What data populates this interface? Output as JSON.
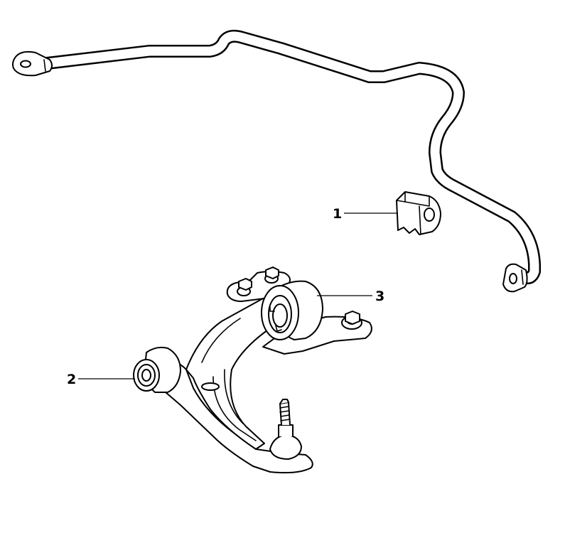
{
  "callouts": [
    {
      "number": "1",
      "part": "stabilizer-bar-bushing"
    },
    {
      "number": "2",
      "part": "front-arm-bushing"
    },
    {
      "number": "3",
      "part": "rear-arm-bushing"
    }
  ],
  "colors": {
    "line": "#000000",
    "background": "#ffffff"
  }
}
